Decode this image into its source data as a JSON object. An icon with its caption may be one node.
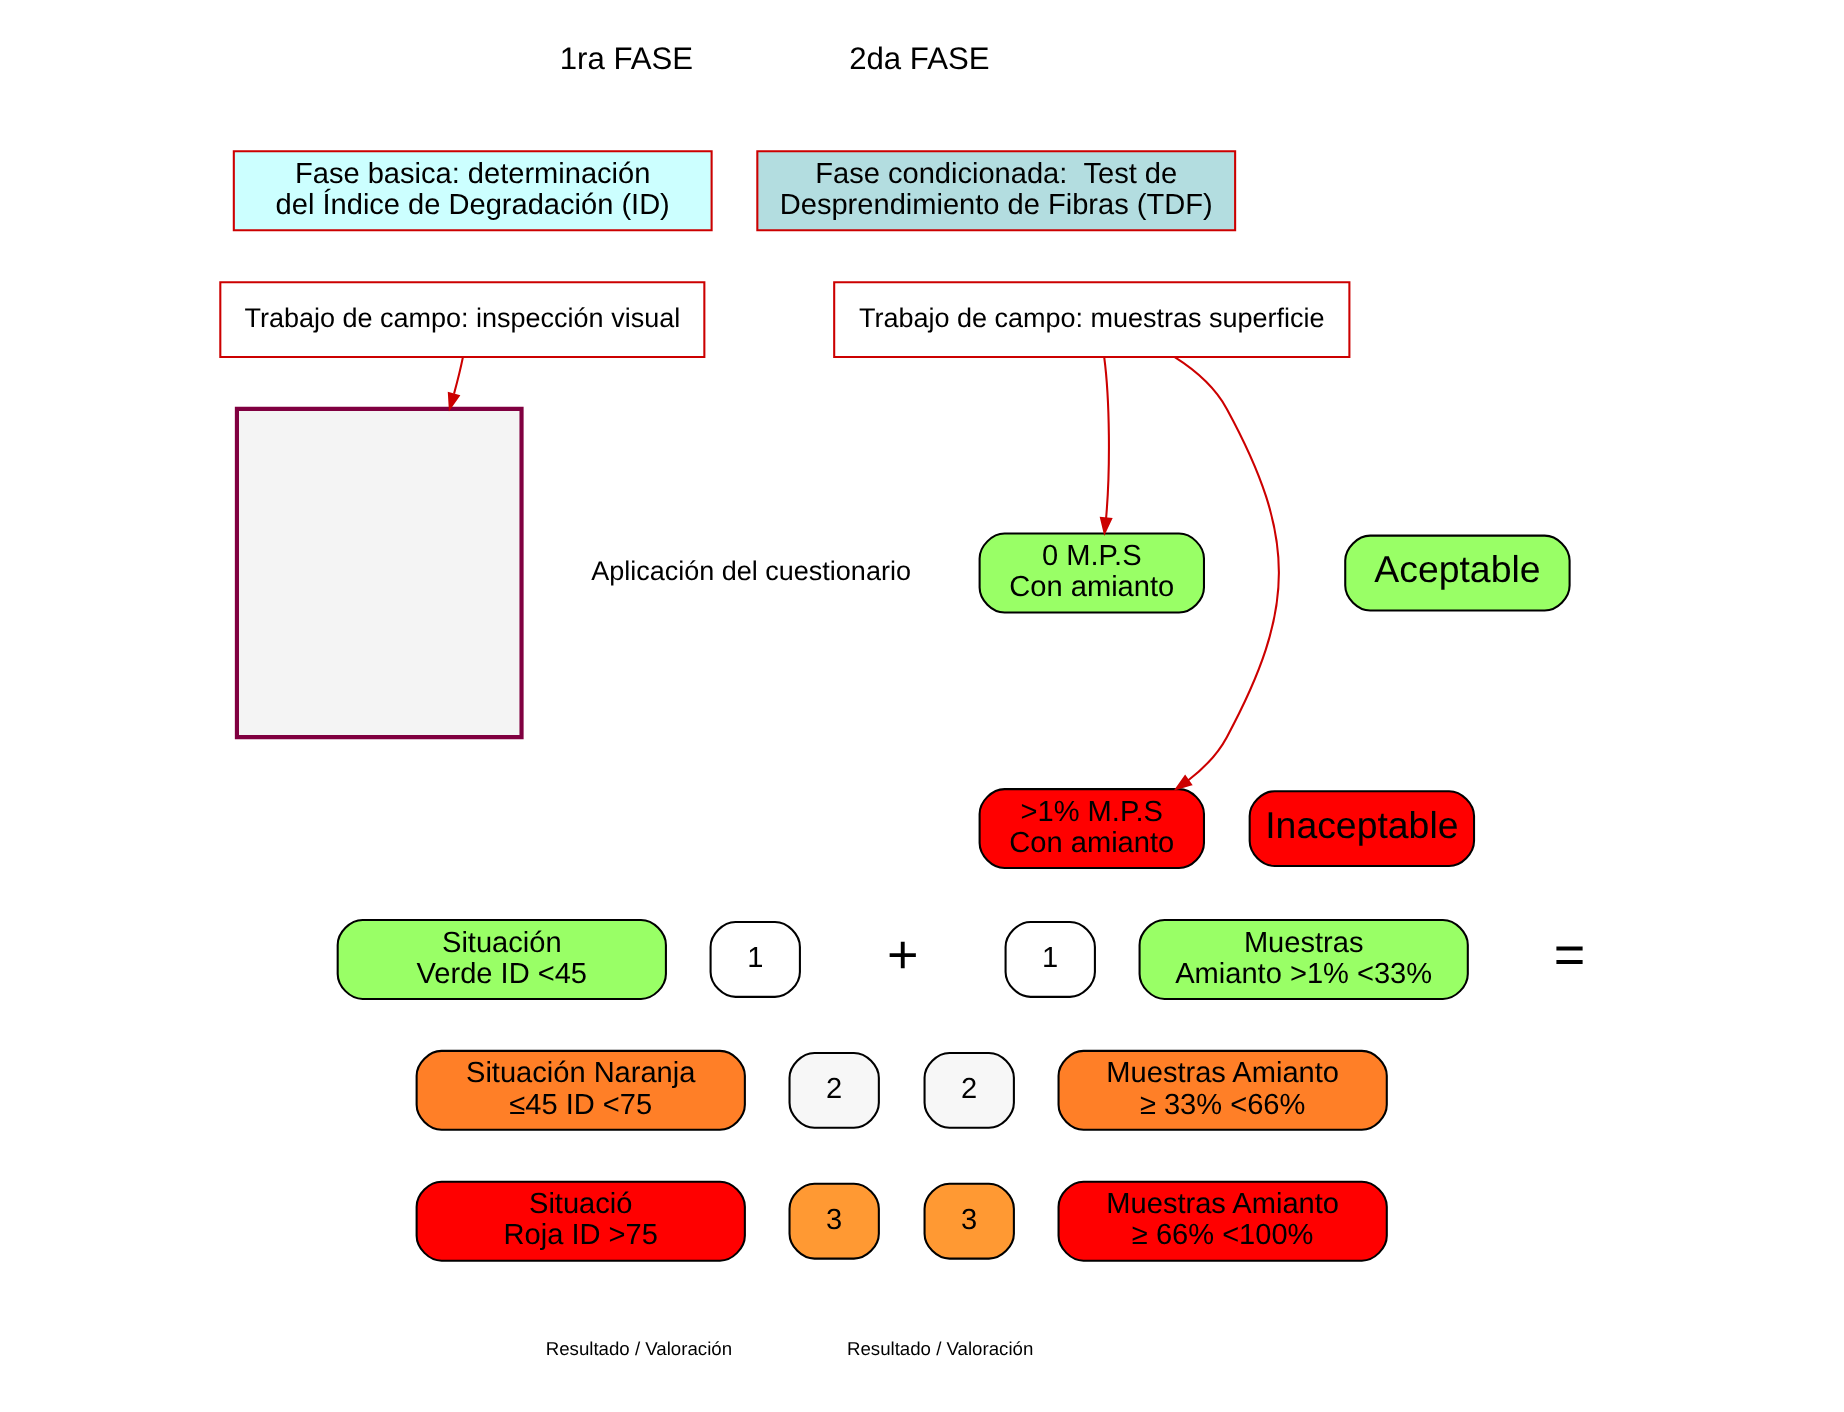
{
  "diagram": {
    "nodes": [
      {
        "text": [
          "Fase basica: determinación del Índice de Degradación (ID)"
        ]
      },
      {
        "text": [
          "Trabajo de campo: inspección visual"
        ]
      },
      {
        "text": [],
        "shape": "box",
        "beside": [
          "Aplicación del cuestionario"
        ]
      },
      {
        "text": [
          "Situación Verde ID <45"
        ]
      },
      {
        "text": [
          "1"
        ]
      },
      {
        "text": [
          "Situación Naranja ≤45 ID <75"
        ]
      },
      {
        "text": [
          "2"
        ]
      },
      {
        "text": [
          "Situació Roja ID >75"
        ]
      },
      {
        "text": [
          "3"
        ]
      },
      {
        "text": [
          "Fase condicionada:  Test de Desprendimiento de Fibras (TDF)"
        ]
      },
      {
        "text": [
          "Trabajo de campo: muestras superficie"
        ]
      },
      {
        "text": [
          "0 M.P.S Con amianto"
        ]
      },
      {
        "text": [
          "Aceptable"
        ]
      },
      {
        "text": [
          ">1% M.P.S Con amianto"
        ]
      },
      {
        "text": [
          "Inaceptable"
        ]
      },
      {
        "text": [
          "1"
        ]
      },
      {
        "text": [
          "Muestras Amianto >1% <33%"
        ]
      },
      {
        "text": [
          "2"
        ]
      },
      {
        "text": [
          "Muestras Amianto ≥ 33% <66%"
        ]
      },
      {
        "text": [
          "3"
        ]
      },
      {
        "text": [
          "Muestras Amianto ≥ 66% <100%"
        ]
      }
    ],
    "edges": [
      {
        "from": 1,
        "to": 2,
        "arrow": "to"
      },
      {
        "from": 10,
        "to": 11,
        "arrow": "to"
      },
      {
        "from": 10,
        "to": 13,
        "arrow": "to"
      }
    ],
    "labels": [
      "1ra FASE",
      "2da FASE",
      "+",
      "=",
      "Resultado / Valoración",
      "Resultado / Valoración"
    ]
  }
}
